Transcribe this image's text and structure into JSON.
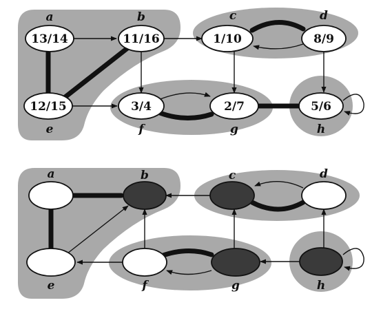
{
  "top_graph": {
    "vertices": {
      "a": {
        "name": "a",
        "times": "13/14"
      },
      "b": {
        "name": "b",
        "times": "11/16"
      },
      "c": {
        "name": "c",
        "times": "1/10"
      },
      "d": {
        "name": "d",
        "times": "8/9"
      },
      "e": {
        "name": "e",
        "times": "12/15"
      },
      "f": {
        "name": "f",
        "times": "3/4"
      },
      "g": {
        "name": "g",
        "times": "2/7"
      },
      "h": {
        "name": "h",
        "times": "5/6"
      }
    }
  },
  "bottom_graph": {
    "vertices": {
      "a": {
        "name": "a"
      },
      "b": {
        "name": "b"
      },
      "c": {
        "name": "c"
      },
      "d": {
        "name": "d"
      },
      "e": {
        "name": "e"
      },
      "f": {
        "name": "f"
      },
      "g": {
        "name": "g"
      },
      "h": {
        "name": "h"
      }
    }
  },
  "colors": {
    "component": "#a9a9a9",
    "dark_vertex": "#3a3a3a"
  }
}
